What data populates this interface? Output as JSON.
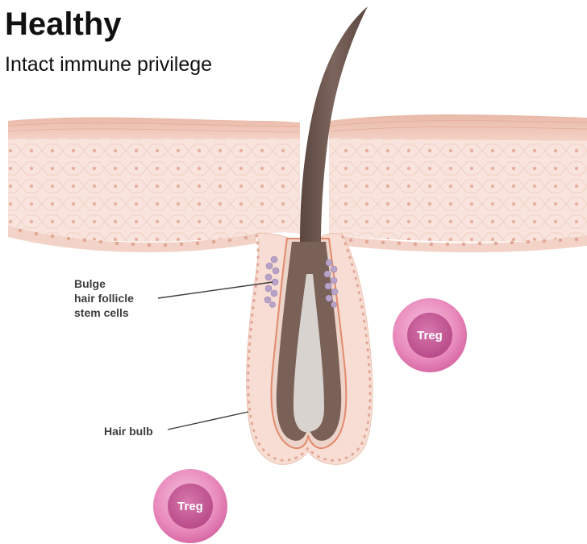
{
  "header": {
    "title": "Healthy",
    "subtitle": "Intact immune privilege"
  },
  "labels": {
    "bulge": [
      "Bulge",
      "hair follicle",
      "stem cells"
    ],
    "hair_bulb": "Hair bulb"
  },
  "cells": {
    "treg_label": "Treg"
  },
  "colors": {
    "skin_top": "#f2cbbd",
    "epidermis": "#f8e3db",
    "hair_shaft": "#6f5a52",
    "inner_sheath": "#e7cfc6",
    "treg_outer": "#e98bbd",
    "treg_nucleus": "#c45597",
    "stem_cells": "#b7a2c8"
  }
}
